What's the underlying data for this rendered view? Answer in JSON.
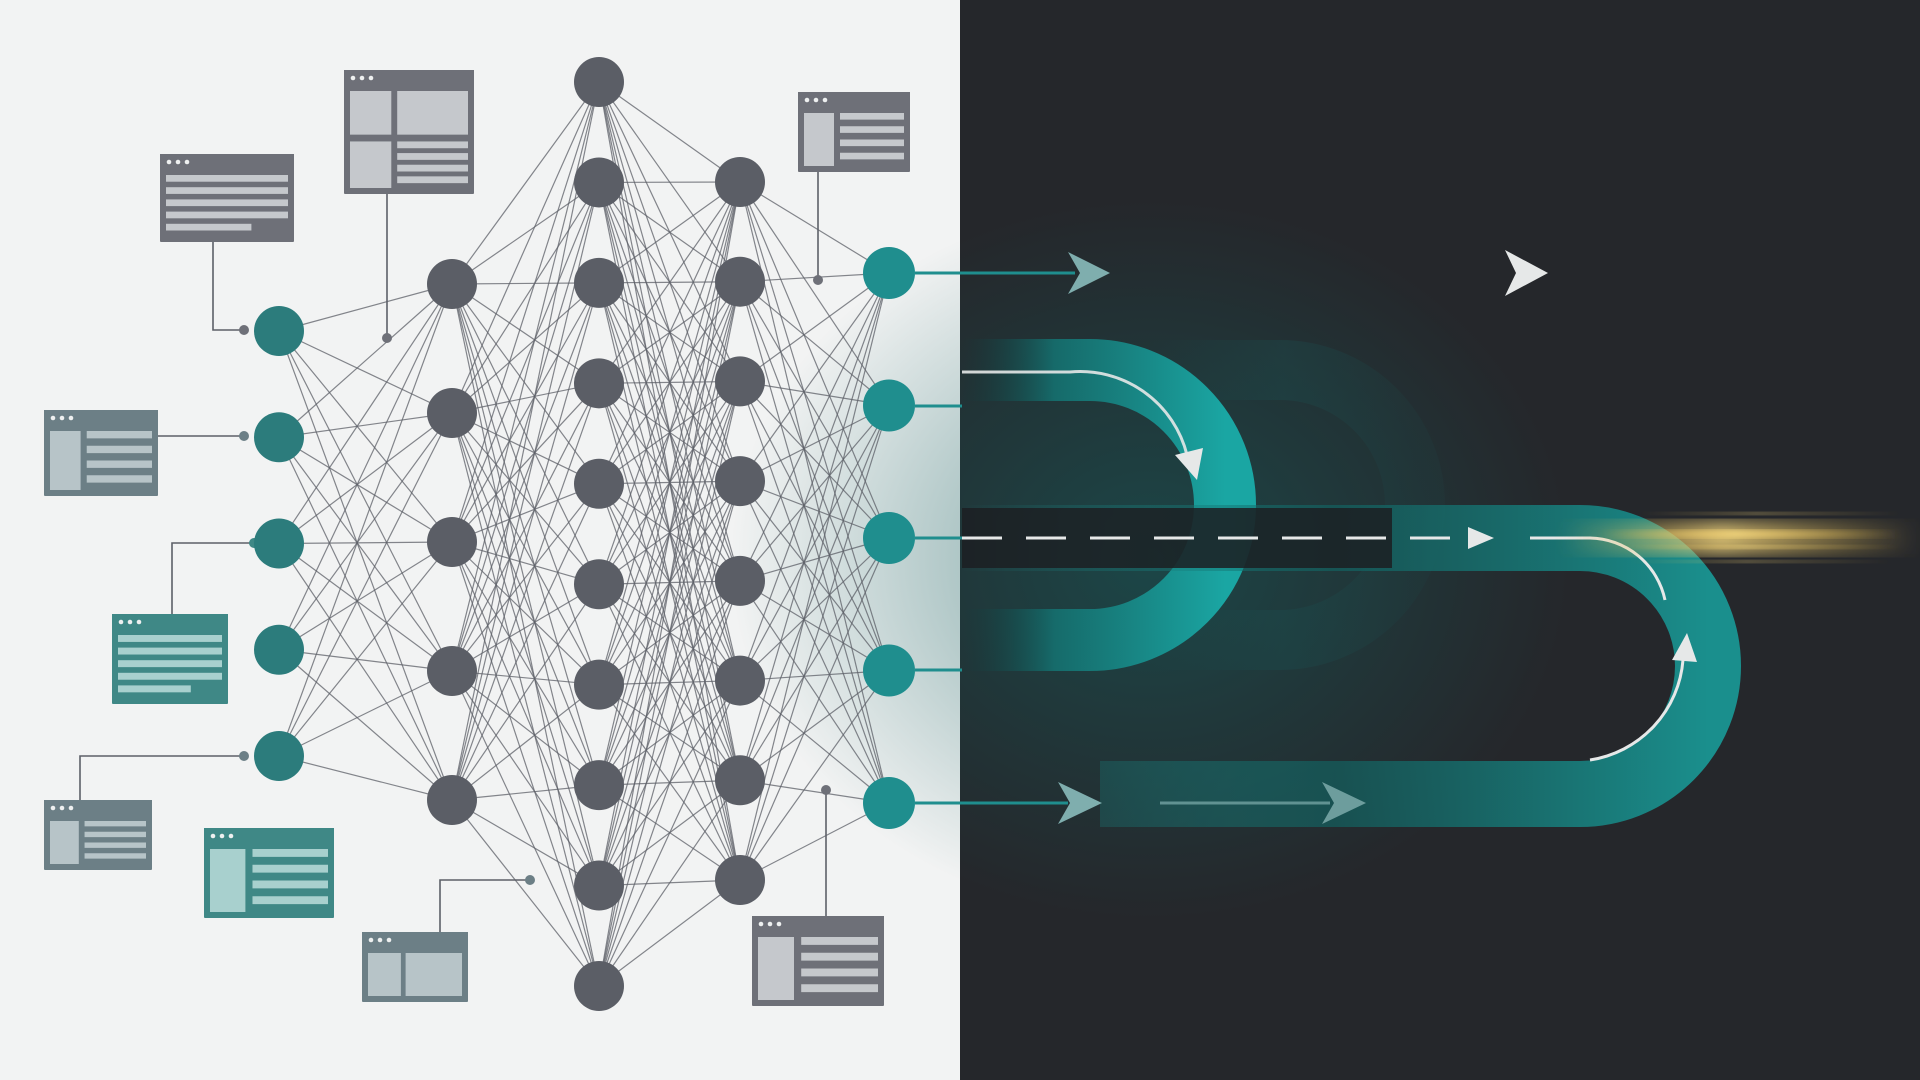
{
  "colors": {
    "light_background": "#f2f3f3",
    "dark_background": "#25272b",
    "node_gray": "#5b5e66",
    "node_teal": "#2c7c7c",
    "output_teal": "#1f8e8e",
    "edge_gray": "#5d6068",
    "track_teal": "#1aa6a3",
    "glow_gold": "#e3b84a",
    "arrow_white": "#e6e8e8",
    "window_gray_frame": "#6e7078",
    "window_gray_fill": "#c5c8cc",
    "window_teal_frame": "#3f8886",
    "window_teal_fill": "#a8d0ce",
    "window_slate_frame": "#6c7f86",
    "window_slate_fill": "#b7c4c8"
  },
  "diagram": {
    "layers": [
      {
        "name": "input-layer",
        "node_count": 5,
        "color": "teal"
      },
      {
        "name": "hidden-layer-1",
        "node_count": 5,
        "color": "gray"
      },
      {
        "name": "hidden-layer-2",
        "node_count": 10,
        "color": "gray"
      },
      {
        "name": "hidden-layer-3",
        "node_count": 8,
        "color": "gray"
      },
      {
        "name": "output-layer",
        "node_count": 5,
        "color": "teal"
      }
    ],
    "connectivity": "fully-connected",
    "window_icons": [
      {
        "name": "window-icon-list-top-left",
        "style": "gray",
        "layout": "list"
      },
      {
        "name": "window-icon-panel-top",
        "style": "gray",
        "layout": "panel-grid"
      },
      {
        "name": "window-icon-slate-left",
        "style": "slate",
        "layout": "sidebar-list"
      },
      {
        "name": "window-icon-teal-left",
        "style": "teal",
        "layout": "list"
      },
      {
        "name": "window-icon-slate-bottom-left",
        "style": "slate",
        "layout": "sidebar-list"
      },
      {
        "name": "window-icon-teal-bottom",
        "style": "teal",
        "layout": "sidebar-list"
      },
      {
        "name": "window-icon-slate-bottom",
        "style": "slate",
        "layout": "two-pane"
      },
      {
        "name": "window-icon-gray-top-right",
        "style": "gray",
        "layout": "sidebar-list"
      },
      {
        "name": "window-icon-gray-bottom-right",
        "style": "gray",
        "layout": "sidebar-list"
      }
    ],
    "flow_arrows": [
      {
        "name": "arrow-top-straight",
        "from_output": 1,
        "style": "straight"
      },
      {
        "name": "arrow-loop-curve",
        "from_output": 2,
        "style": "loop-track"
      },
      {
        "name": "arrow-main-dashed",
        "from_output": 3,
        "style": "dashed-track-with-glow"
      },
      {
        "name": "arrow-lower-track",
        "from_output": 4,
        "style": "return-track"
      },
      {
        "name": "arrow-bottom-straight",
        "from_output": 5,
        "style": "straight"
      }
    ]
  }
}
